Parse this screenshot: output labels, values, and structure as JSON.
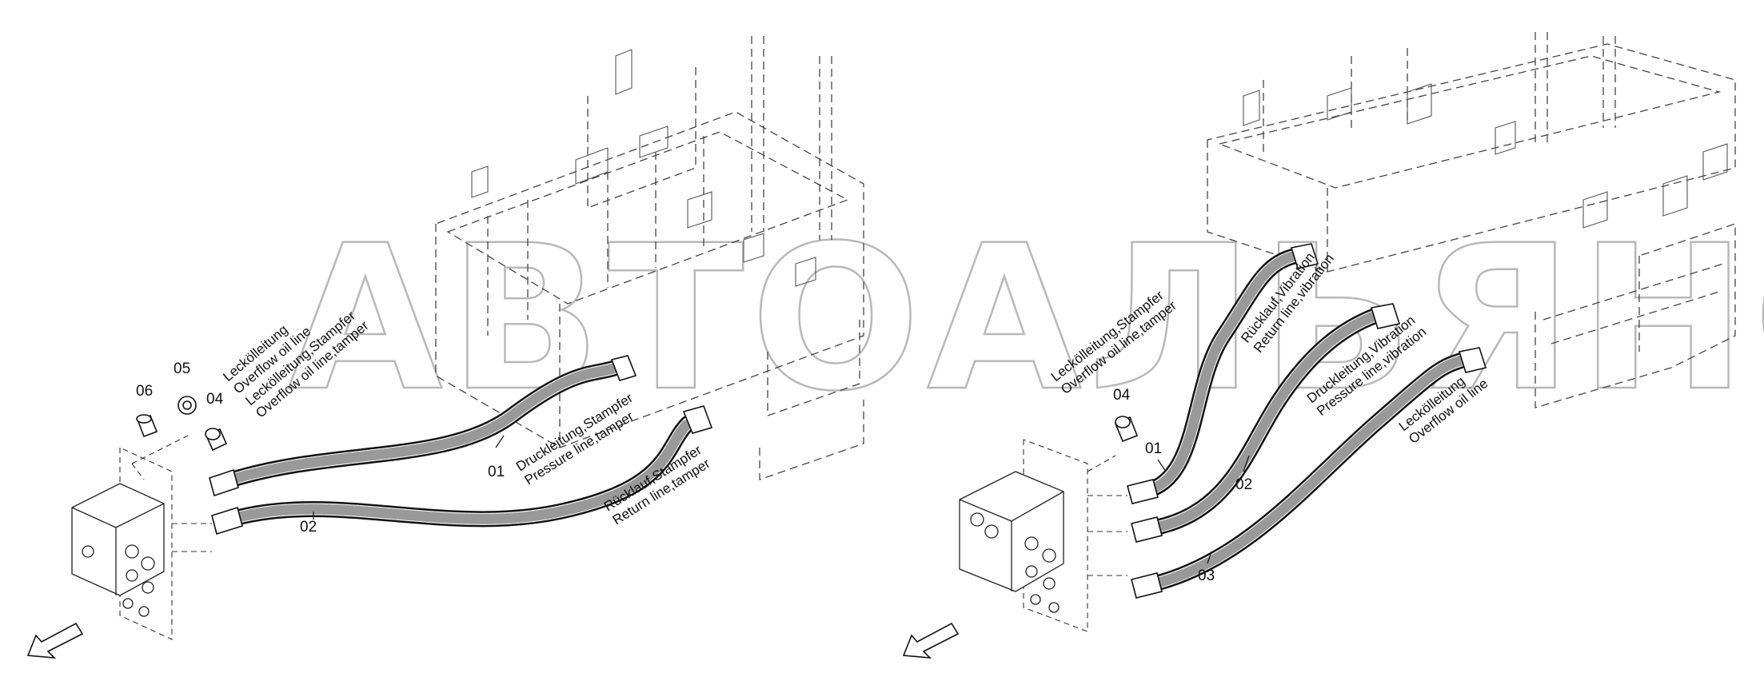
{
  "watermark": "АВТОАЛЬЯНС",
  "left_view": {
    "part_numbers": {
      "p06": "06",
      "p05": "05",
      "p04": "04",
      "p01": "01",
      "p02": "02"
    },
    "labels": {
      "overflow_de": "Leckölleitung",
      "overflow_en": "Overflow oil line",
      "overflow_tamper_de": "Leckölleitung,Stampfer",
      "overflow_tamper_en": "Overflow oil line,tamper",
      "pressure_tamper_de": "Druckleitung,Stampfer",
      "pressure_tamper_en": "Pressure line,tamper",
      "return_tamper_de": "Rücklauf,Stampfer",
      "return_tamper_en": "Return line,tamper"
    }
  },
  "right_view": {
    "part_numbers": {
      "p04": "04",
      "p01": "01",
      "p02": "02",
      "p03": "03"
    },
    "labels": {
      "overflow_tamper_de": "Leckölleitung,Stampfer",
      "overflow_tamper_en": "Overflow oil line,tamper",
      "return_vibration_de": "Rücklauf,Vibration",
      "return_vibration_en": "Return line,vibration",
      "pressure_vibration_de": "Druckleitung,Vibration",
      "pressure_vibration_en": "Pressure line,vibration",
      "overflow_de": "Leckölleitung",
      "overflow_en": "Overflow oil line"
    }
  }
}
